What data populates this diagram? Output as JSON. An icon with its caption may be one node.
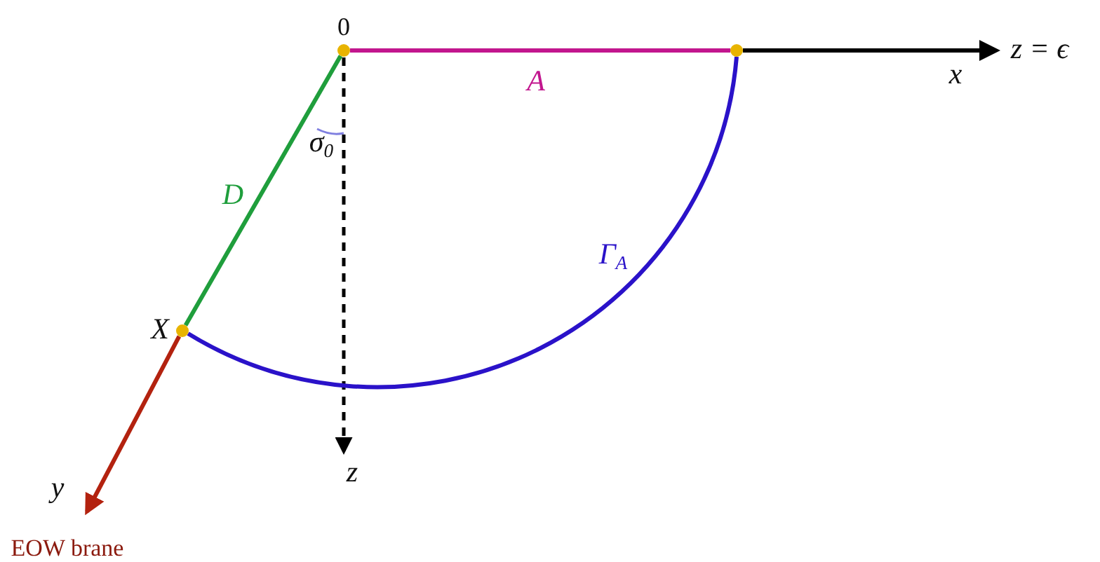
{
  "diagram": {
    "nodes": [
      {
        "text": [],
        "shape": "circle",
        "beside": [
          "0"
        ]
      },
      {
        "text": [],
        "shape": "circle"
      },
      {
        "text": [],
        "shape": "circle",
        "beside": [
          "X"
        ]
      }
    ],
    "edges": [
      {
        "from": 0,
        "to": 1,
        "arrow": "none",
        "label": "A",
        "color": "#c2168e"
      },
      {
        "from": 1,
        "to": 2,
        "arrow": "none",
        "label": "Γ$_{A}$",
        "color": "#2a12c9"
      },
      {
        "from": 0,
        "to": 2,
        "arrow": "none",
        "label": "D",
        "color": "#1f9e3c"
      }
    ],
    "labels": [
      "x",
      "z = ϵ",
      "σ$_{0}$",
      "z",
      "y",
      "EOW brane"
    ]
  }
}
